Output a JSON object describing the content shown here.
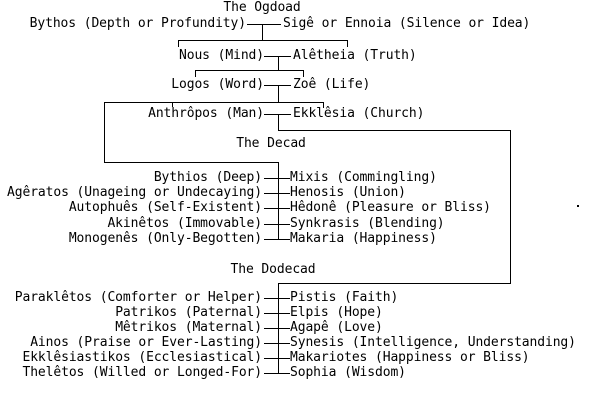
{
  "diagram": {
    "background": "#ffffff",
    "line_color": "#000000",
    "text_color": "#000000",
    "sections": [
      {
        "title": "The Ogdoad",
        "pairs": [
          {
            "left": "Bythos (Depth or Profundity)",
            "right": "Sigê or Ennoia (Silence or Idea)"
          },
          {
            "left": "Nous (Mind)",
            "right": "Alêtheia (Truth)"
          },
          {
            "left": "Logos (Word)",
            "right": "Zoê (Life)"
          },
          {
            "left": "Anthrôpos (Man)",
            "right": "Ekklêsia (Church)"
          }
        ]
      },
      {
        "title": "The Decad",
        "pairs": [
          {
            "left": "Bythios (Deep)",
            "right": "Mixis (Commingling)"
          },
          {
            "left": "Agêratos (Unageing or Undecaying)",
            "right": "Henosis (Union)"
          },
          {
            "left": "Autophuês (Self-Existent)",
            "right": "Hêdonê (Pleasure or Bliss)"
          },
          {
            "left": "Akinêtos (Immovable)",
            "right": "Synkrasis (Blending)"
          },
          {
            "left": "Monogenês (Only-Begotten)",
            "right": "Makaria (Happiness)"
          }
        ]
      },
      {
        "title": "The Dodecad",
        "pairs": [
          {
            "left": "Paraklêtos (Comforter or Helper)",
            "right": "Pistis (Faith)"
          },
          {
            "left": "Patrikos (Paternal)",
            "right": "Elpis (Hope)"
          },
          {
            "left": "Mêtrikos (Maternal)",
            "right": "Agapê (Love)"
          },
          {
            "left": "Ainos (Praise or Ever-Lasting)",
            "right": "Synesis (Intelligence, Understanding)"
          },
          {
            "left": "Ekklêsiastikos (Ecclesiastical)",
            "right": "Makariotes (Happiness or Bliss)"
          },
          {
            "left": "Thelêtos (Willed or Longed-For)",
            "right": "Sophia (Wisdom)"
          }
        ]
      }
    ]
  }
}
